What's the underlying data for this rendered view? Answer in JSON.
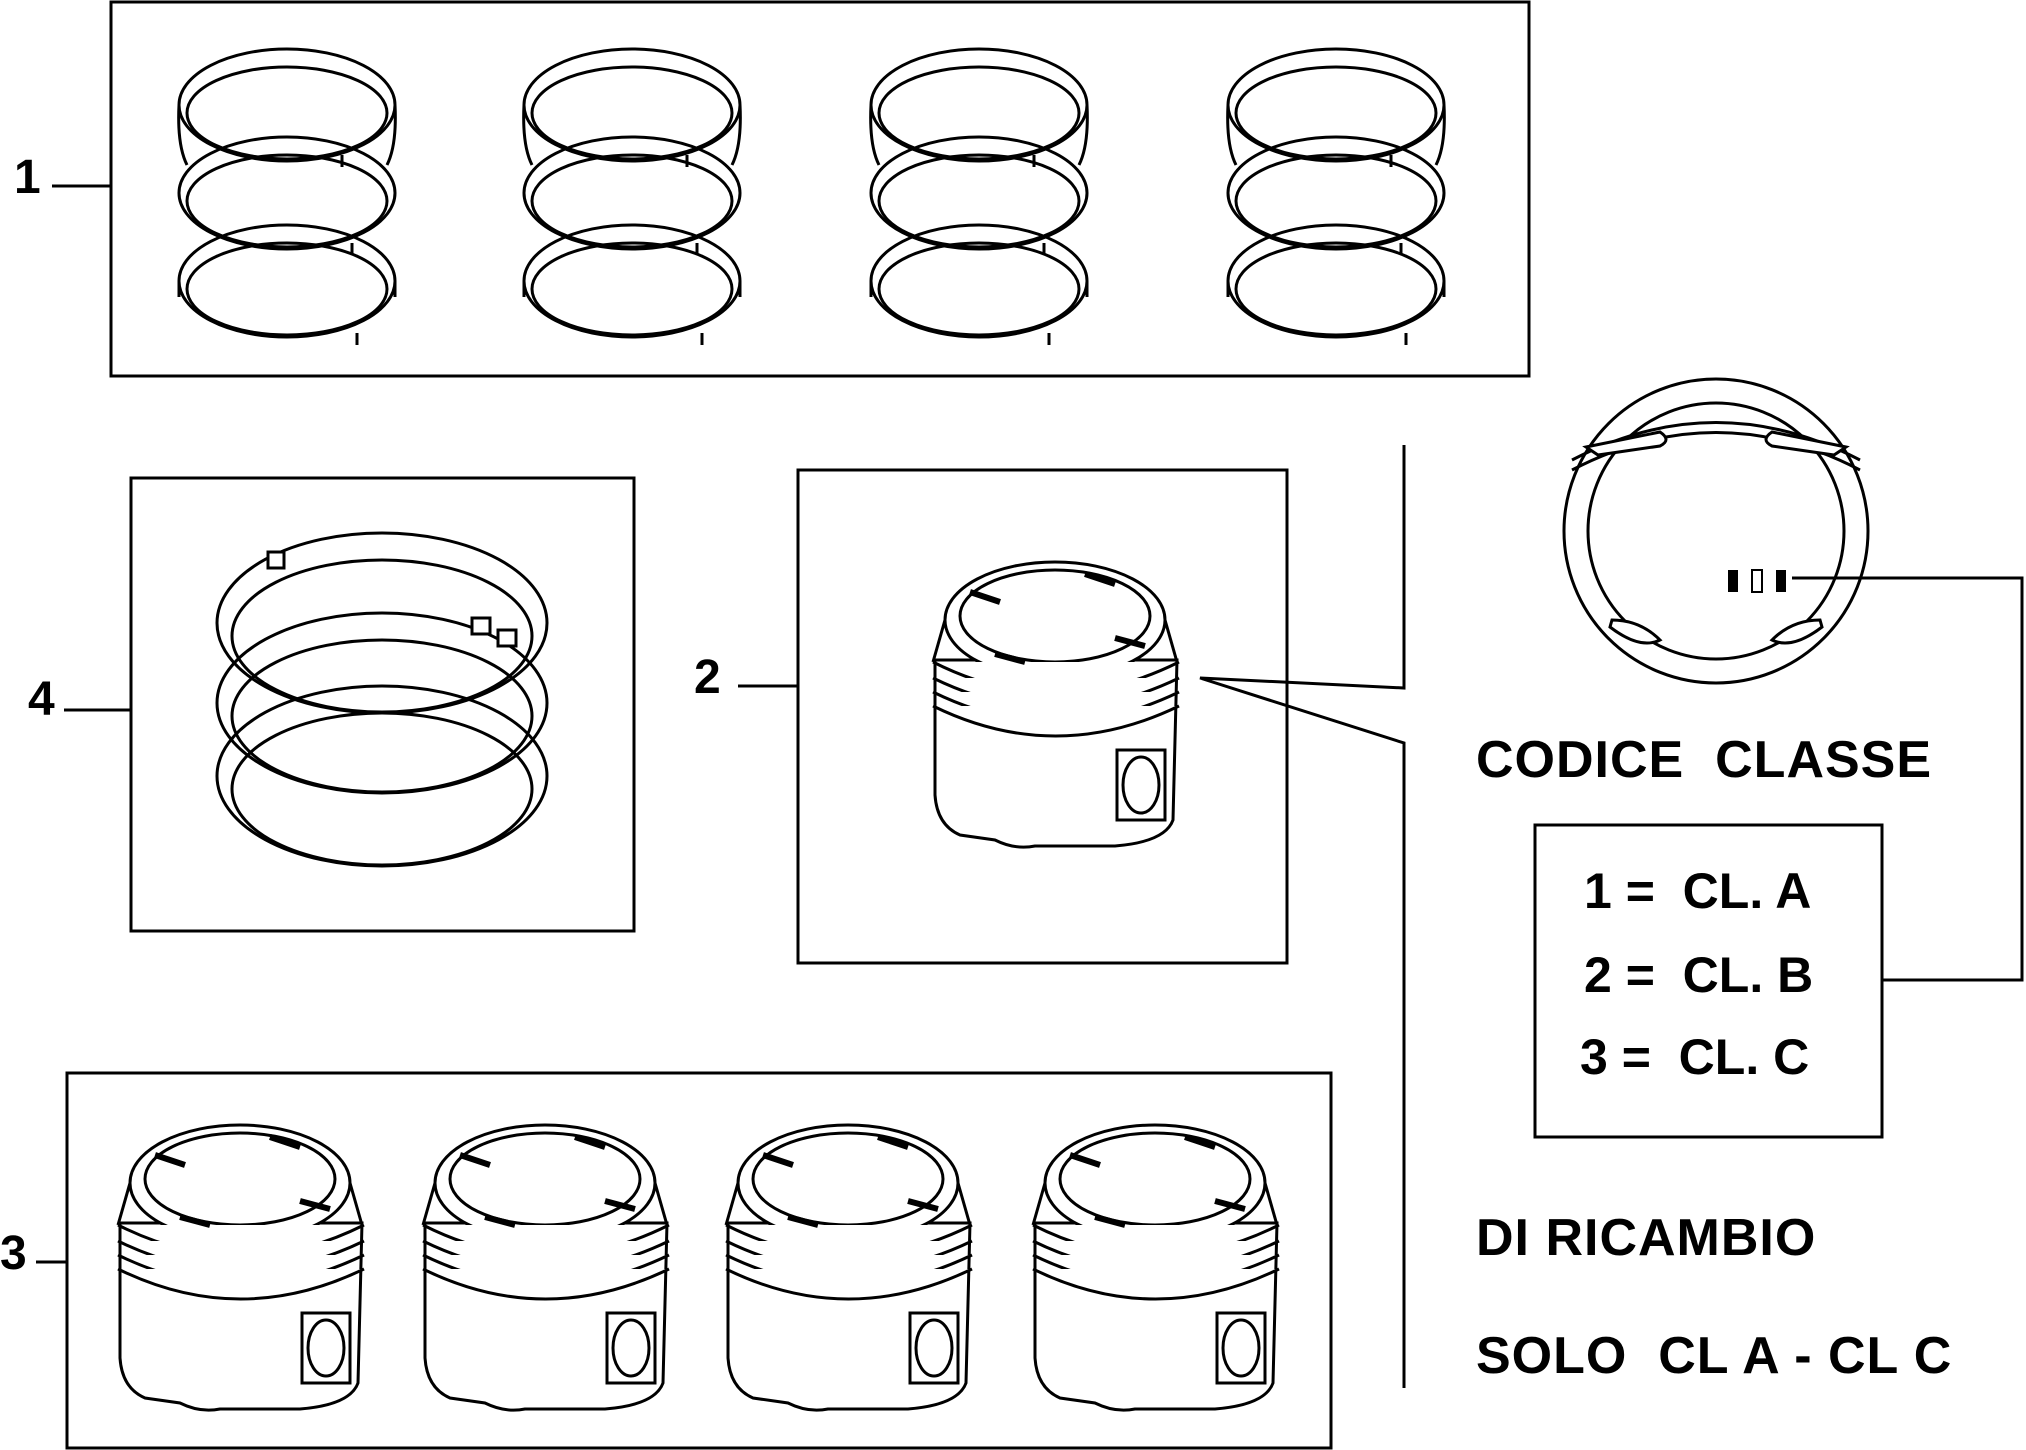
{
  "callouts": {
    "c1": "1",
    "c2": "2",
    "c3": "3",
    "c4": "4"
  },
  "class_code": {
    "title": "CODICE  CLASSE",
    "legend": [
      "1 =  CL. A",
      "2 =  CL. B",
      "3 =  CL. C"
    ]
  },
  "spare_note": {
    "line1": "DI RICAMBIO",
    "line2": "SOLO  CL A - CL C"
  },
  "colors": {
    "line": "#000000",
    "background": "#ffffff"
  }
}
